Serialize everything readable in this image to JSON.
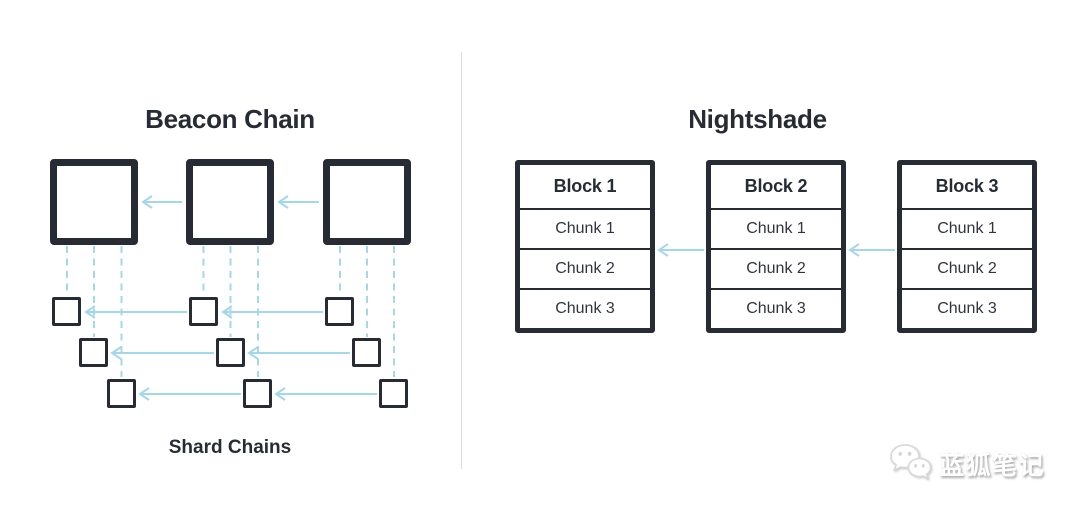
{
  "meta": {
    "colors": {
      "ink": "#272b33",
      "blue": "#a5d7ea",
      "divider": "#dcdcdc",
      "bg": "#ffffff"
    }
  },
  "beacon": {
    "title": "Beacon Chain",
    "shard_label": "Shard Chains",
    "beacon_block_count": 3,
    "shard_rows": 3,
    "shard_blocks_per_row": 3
  },
  "nightshade": {
    "title": "Nightshade",
    "blocks": [
      {
        "title": "Block 1",
        "chunks": [
          "Chunk 1",
          "Chunk 2",
          "Chunk 3"
        ]
      },
      {
        "title": "Block 2",
        "chunks": [
          "Chunk 1",
          "Chunk 2",
          "Chunk 3"
        ]
      },
      {
        "title": "Block 3",
        "chunks": [
          "Chunk 1",
          "Chunk 2",
          "Chunk 3"
        ]
      }
    ]
  },
  "watermark": {
    "text": "蓝狐笔记",
    "icon": "wechat-chat-bubbles-icon"
  }
}
